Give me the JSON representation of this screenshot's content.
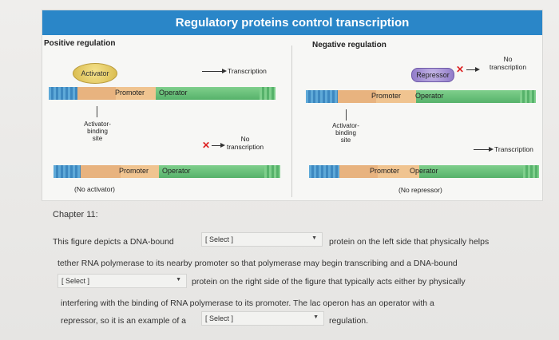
{
  "figure": {
    "title": "Regulatory proteins control transcription",
    "positive_title": "Positive regulation",
    "negative_title": "Negative regulation",
    "activator_label": "Activator",
    "repressor_label": "Repressor",
    "promoter_label": "Promoter",
    "operator_label": "Operator",
    "transcription_label": "Transcription",
    "no_transcription_line1": "No",
    "no_transcription_line2": "transcription",
    "binding_site_line1": "Activator-",
    "binding_site_line2": "binding",
    "binding_site_line3": "site",
    "no_activator": "(No activator)",
    "no_repressor": "(No repressor)"
  },
  "question": {
    "chapter": "Chapter 11:",
    "line1_a": "This figure depicts a DNA-bound",
    "line1_b": "protein on the left side that physically helps",
    "line2": "tether RNA polymerase to its nearby promoter so that polymerase may begin transcribing and a DNA-bound",
    "line3_b": "protein on the right side of the figure that typically acts either by physically",
    "line4": "interfering with the binding of RNA polymerase to its promoter. The lac operon has an operator with a",
    "line5_a": "repressor, so it is an example of a",
    "line5_b": "regulation.",
    "select1": "[ Select ]",
    "select2": "[ Select ]",
    "select3": "[ Select ]"
  },
  "colors": {
    "title_bar": "#2a86c8",
    "dna_blue": "#3d88c0",
    "dna_orange": "#e8b37f",
    "dna_green": "#56b26a",
    "activator": "#d7b94a",
    "repressor": "#8e78c8",
    "x_mark": "#d22222"
  },
  "icons": {
    "select_caret": "caret-down-icon",
    "no_transcription_mark": "x-mark-icon",
    "transcription_arrow": "arrow-right-icon"
  }
}
